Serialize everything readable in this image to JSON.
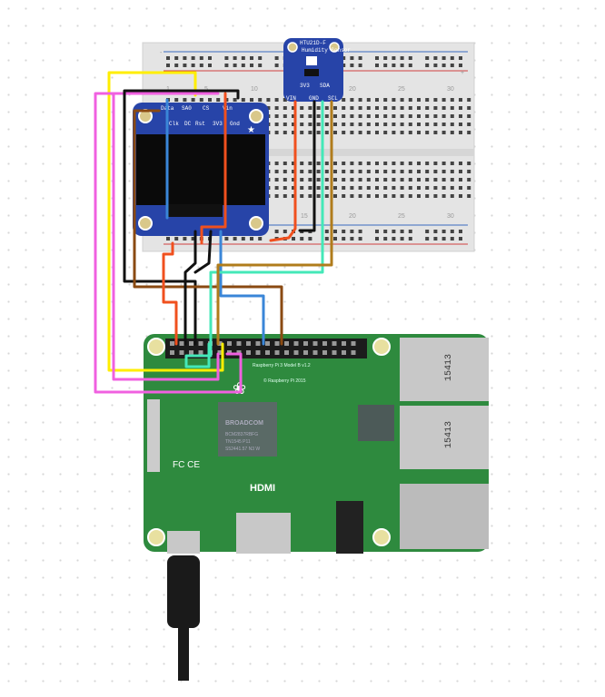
{
  "breadboard": {
    "column_numbers": [
      "1",
      "5",
      "10",
      "15",
      "20",
      "25",
      "30"
    ],
    "rail_plus": "+",
    "rail_minus": "-"
  },
  "sensor": {
    "title": "HTU21D-F",
    "subtitle": "Humidity Sensor",
    "pins_top": [
      "3V3",
      "SDA"
    ],
    "pins_bottom": [
      "VIN",
      "GND",
      "SCL"
    ]
  },
  "oled": {
    "pins_top": [
      "Data",
      "SA0",
      "CS",
      "Vin"
    ],
    "pins_bottom": [
      "Clk",
      "DC",
      "Rst",
      "3V3",
      "Gnd"
    ]
  },
  "pi": {
    "model": "Raspberry Pi 3 Model B v1.2",
    "copyright": "© Raspberry Pi 2015",
    "chip_brand": "BROADCOM",
    "chip_id": "BCM2837RBFG",
    "chip_line2": "TN1545 P11",
    "chip_line3": "S52441.57 N3 W",
    "hdmi": "HDMI",
    "usb1": "15413",
    "usb2": "15413",
    "cert": "FC CE"
  },
  "colors": {
    "wire_red": "#f0501e",
    "wire_black": "#111111",
    "wire_yellow": "#ffee00",
    "wire_magenta": "#f060e0",
    "wire_blue": "#3a86d8",
    "wire_brown": "#8a4a12",
    "wire_teal": "#44e8b8",
    "wire_gold": "#b07c1c",
    "pcb": "#2e8a3e",
    "board_blue": "#2744a8"
  }
}
